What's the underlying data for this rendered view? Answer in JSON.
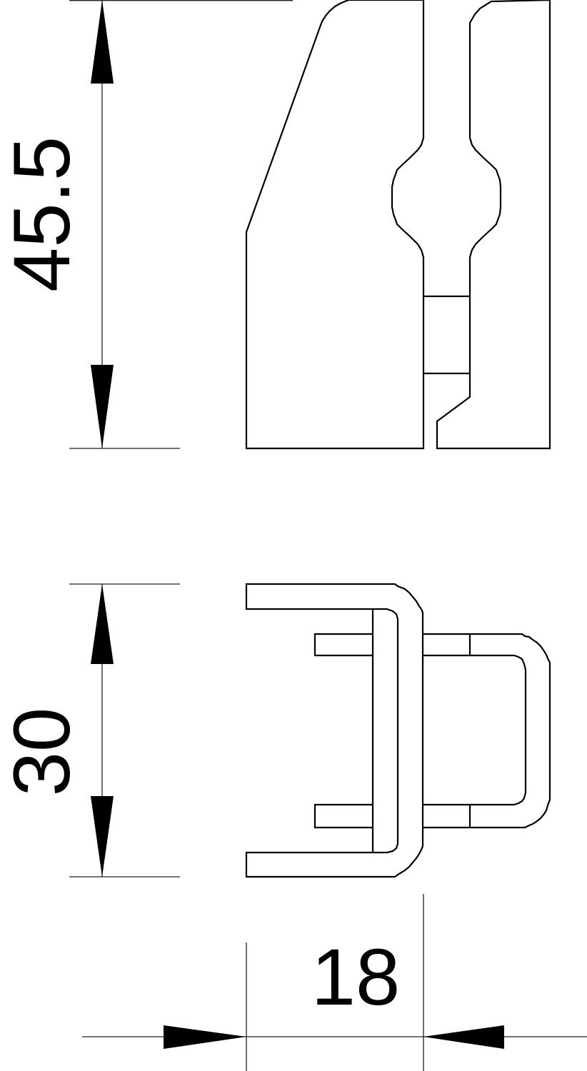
{
  "drawing": {
    "type": "technical-drawing",
    "views": [
      {
        "name": "side-view",
        "description": "Clamp profile with two jaws and circular conductor opening"
      },
      {
        "name": "top-view",
        "description": "Interlocking U-shaped brackets"
      }
    ],
    "colors": {
      "line": "#000000",
      "background": "#ffffff"
    }
  },
  "dimensions": {
    "height_side": {
      "label": "45.5",
      "orientation": "vertical"
    },
    "height_top": {
      "label": "30",
      "orientation": "vertical"
    },
    "width": {
      "label": "18",
      "orientation": "horizontal"
    }
  }
}
